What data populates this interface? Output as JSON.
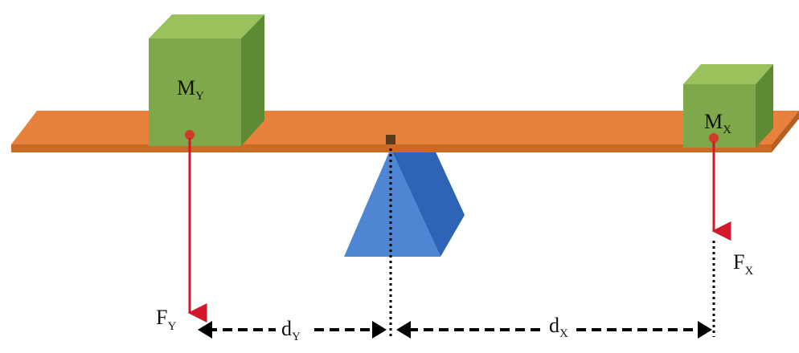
{
  "labels": {
    "mass_left": "M",
    "mass_left_sub": "Y",
    "mass_right": "M",
    "mass_right_sub": "X",
    "force_left": "F",
    "force_left_sub": "Y",
    "force_right": "F",
    "force_right_sub": "X",
    "dist_left": "d",
    "dist_left_sub": "Y",
    "dist_right": "d",
    "dist_right_sub": "X"
  },
  "colors": {
    "background": "#ffffff",
    "beam": "#e8813c",
    "beam_shadow": "#c96a26",
    "block_front": "#7fa84a",
    "block_top": "#99c25c",
    "block_side": "#5f8a34",
    "fulcrum_front": "#4f86d4",
    "fulcrum_side": "#2e63b5",
    "force_arrow": "#d2182a",
    "point": "#d23a2a",
    "pivot": "#5a3a1c",
    "dimension": "#000000"
  },
  "icons": {
    "arrow_head": "arrow-head-icon"
  }
}
